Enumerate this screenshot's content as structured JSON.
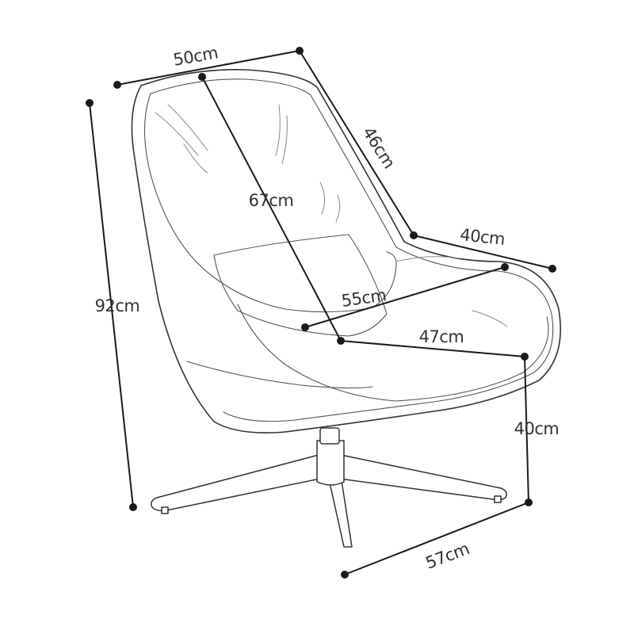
{
  "dimensions": {
    "seat_top_width": "50cm",
    "back_side_depth": "46cm",
    "seat_side": "40cm",
    "back_height": "67cm",
    "total_height": "92cm",
    "seat_width": "55cm",
    "seat_depth": "47cm",
    "seat_height": "40cm",
    "base_width": "57cm"
  }
}
